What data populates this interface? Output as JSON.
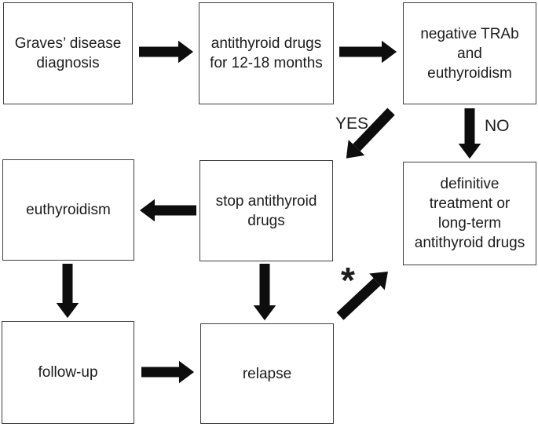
{
  "diagram": {
    "type": "flowchart",
    "boxes": [
      {
        "id": "graves-diagnosis",
        "lines": [
          "Graves’ disease",
          "diagnosis"
        ]
      },
      {
        "id": "antithyroid-drugs-12-18",
        "lines": [
          "antithyroid drugs",
          "for 12-18 months"
        ]
      },
      {
        "id": "negative-trab-euthyroidism",
        "lines": [
          "negative TRAb",
          "and",
          "euthyroidism"
        ]
      },
      {
        "id": "euthyroidism",
        "lines": [
          "euthyroidism"
        ]
      },
      {
        "id": "stop-antithyroid-drugs",
        "lines": [
          "stop antithyroid",
          "drugs"
        ]
      },
      {
        "id": "definitive-treatment",
        "lines": [
          "definitive",
          "treatment or",
          "long-term",
          "antithyroid drugs"
        ]
      },
      {
        "id": "follow-up",
        "lines": [
          "follow-up"
        ]
      },
      {
        "id": "relapse",
        "lines": [
          "relapse"
        ]
      }
    ],
    "edges": [
      {
        "from": "graves-diagnosis",
        "to": "antithyroid-drugs-12-18",
        "label": ""
      },
      {
        "from": "antithyroid-drugs-12-18",
        "to": "negative-trab-euthyroidism",
        "label": ""
      },
      {
        "from": "negative-trab-euthyroidism",
        "to": "stop-antithyroid-drugs",
        "label": "YES"
      },
      {
        "from": "negative-trab-euthyroidism",
        "to": "definitive-treatment",
        "label": "NO"
      },
      {
        "from": "stop-antithyroid-drugs",
        "to": "euthyroidism",
        "label": ""
      },
      {
        "from": "euthyroidism",
        "to": "follow-up",
        "label": ""
      },
      {
        "from": "stop-antithyroid-drugs",
        "to": "relapse",
        "label": ""
      },
      {
        "from": "follow-up",
        "to": "relapse",
        "label": ""
      },
      {
        "from": "relapse",
        "to": "definitive-treatment",
        "label": "*"
      }
    ],
    "colors": {
      "background": "#ffffff",
      "box_border": "#3f3f3f",
      "arrow": "#0d0d0d",
      "text": "#1c1c1c"
    }
  }
}
